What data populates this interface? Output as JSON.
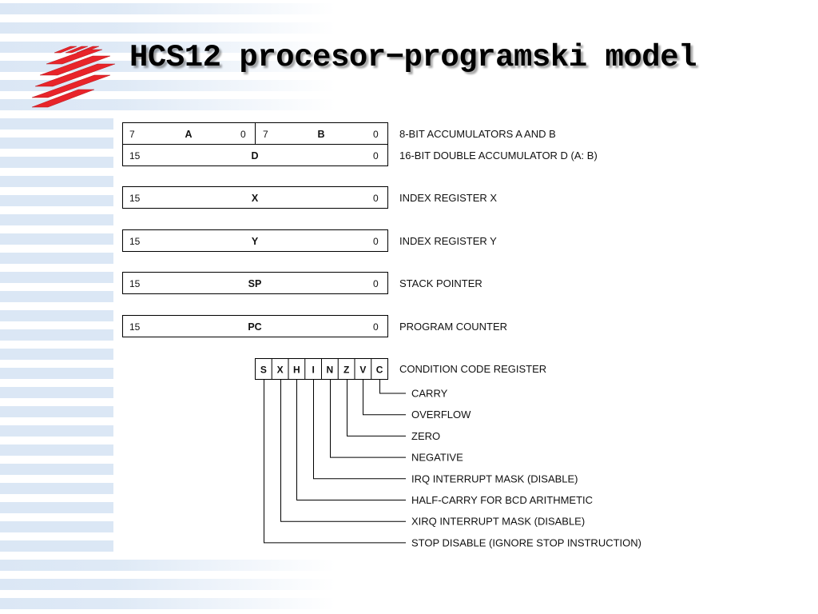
{
  "slide": {
    "title": "HCS12 procesor−programski model"
  },
  "registers": {
    "a": {
      "left_bit": "7",
      "name": "A",
      "right_bit": "0"
    },
    "b": {
      "left_bit": "7",
      "name": "B",
      "right_bit": "0"
    },
    "ab_desc": "8-BIT ACCUMULATORS A AND B",
    "d": {
      "left_bit": "15",
      "name": "D",
      "right_bit": "0",
      "desc": "16-BIT DOUBLE ACCUMULATOR D (A: B)"
    },
    "x": {
      "left_bit": "15",
      "name": "X",
      "right_bit": "0",
      "desc": "INDEX REGISTER X"
    },
    "y": {
      "left_bit": "15",
      "name": "Y",
      "right_bit": "0",
      "desc": "INDEX REGISTER Y"
    },
    "sp": {
      "left_bit": "15",
      "name": "SP",
      "right_bit": "0",
      "desc": "STACK POINTER"
    },
    "pc": {
      "left_bit": "15",
      "name": "PC",
      "right_bit": "0",
      "desc": "PROGRAM COUNTER"
    }
  },
  "ccr": {
    "desc": "CONDITION CODE REGISTER",
    "flags": [
      "S",
      "X",
      "H",
      "I",
      "N",
      "Z",
      "V",
      "C"
    ],
    "flag_descriptions": [
      "STOP DISABLE (IGNORE STOP INSTRUCTION)",
      "XIRQ INTERRUPT MASK (DISABLE)",
      "HALF-CARRY FOR BCD ARITHMETIC",
      "IRQ INTERRUPT MASK (DISABLE)",
      "NEGATIVE",
      "ZERO",
      "OVERFLOW",
      "CARRY"
    ]
  },
  "colors": {
    "logo_red": "#e8242a",
    "stripe_blue": "#dbe7f5",
    "line": "#000000"
  }
}
